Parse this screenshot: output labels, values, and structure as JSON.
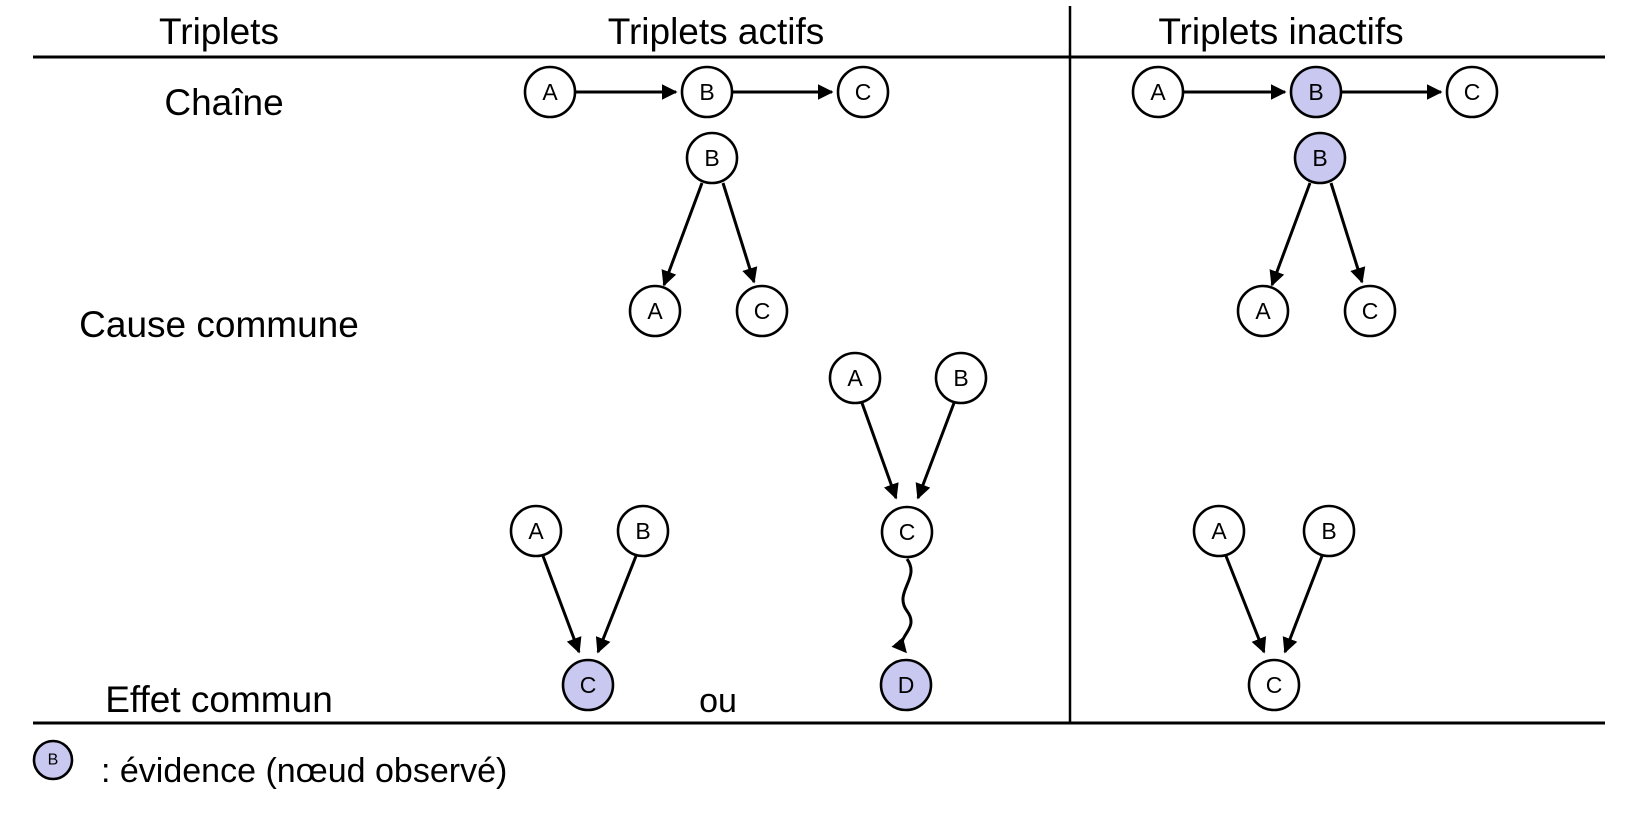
{
  "header": {
    "col_triplets": "Triplets",
    "col_active": "Triplets actifs",
    "col_inactive": "Triplets inactifs"
  },
  "rows": [
    {
      "label": "Chaîne"
    },
    {
      "label": "Cause commune"
    },
    {
      "label": "Effet commun"
    }
  ],
  "connector": {
    "or_label": "ou"
  },
  "legend": {
    "node_label": "B",
    "text": ": évidence (nœud observé)"
  },
  "colors": {
    "evidence_fill": "#C8C8F0",
    "plain_fill": "#FFFFFF",
    "stroke": "#000000",
    "background": "#FFFFFF"
  },
  "graphs": {
    "chain_active": {
      "name": "chaine-actif",
      "nodes": [
        {
          "id": "A",
          "label": "A",
          "evidence": false
        },
        {
          "id": "B",
          "label": "B",
          "evidence": false
        },
        {
          "id": "C",
          "label": "C",
          "evidence": false
        }
      ],
      "edges": [
        {
          "from": "A",
          "to": "B",
          "style": "straight"
        },
        {
          "from": "B",
          "to": "C",
          "style": "straight"
        }
      ]
    },
    "chain_inactive": {
      "name": "chaine-inactif",
      "nodes": [
        {
          "id": "A",
          "label": "A",
          "evidence": false
        },
        {
          "id": "B",
          "label": "B",
          "evidence": true
        },
        {
          "id": "C",
          "label": "C",
          "evidence": false
        }
      ],
      "edges": [
        {
          "from": "A",
          "to": "B",
          "style": "straight"
        },
        {
          "from": "B",
          "to": "C",
          "style": "straight"
        }
      ]
    },
    "common_cause_active": {
      "name": "cause-commune-actif",
      "nodes": [
        {
          "id": "B",
          "label": "B",
          "evidence": false
        },
        {
          "id": "A",
          "label": "A",
          "evidence": false
        },
        {
          "id": "C",
          "label": "C",
          "evidence": false
        }
      ],
      "edges": [
        {
          "from": "B",
          "to": "A",
          "style": "straight"
        },
        {
          "from": "B",
          "to": "C",
          "style": "straight"
        }
      ]
    },
    "common_cause_inactive": {
      "name": "cause-commune-inactif",
      "nodes": [
        {
          "id": "B",
          "label": "B",
          "evidence": true
        },
        {
          "id": "A",
          "label": "A",
          "evidence": false
        },
        {
          "id": "C",
          "label": "C",
          "evidence": false
        }
      ],
      "edges": [
        {
          "from": "B",
          "to": "A",
          "style": "straight"
        },
        {
          "from": "B",
          "to": "C",
          "style": "straight"
        }
      ]
    },
    "common_effect_active_1": {
      "name": "effet-commun-actif-1",
      "nodes": [
        {
          "id": "A",
          "label": "A",
          "evidence": false
        },
        {
          "id": "B",
          "label": "B",
          "evidence": false
        },
        {
          "id": "C",
          "label": "C",
          "evidence": true
        }
      ],
      "edges": [
        {
          "from": "A",
          "to": "C",
          "style": "straight"
        },
        {
          "from": "B",
          "to": "C",
          "style": "straight"
        }
      ]
    },
    "common_effect_active_2": {
      "name": "effet-commun-actif-2",
      "nodes": [
        {
          "id": "A",
          "label": "A",
          "evidence": false
        },
        {
          "id": "B",
          "label": "B",
          "evidence": false
        },
        {
          "id": "C",
          "label": "C",
          "evidence": false
        },
        {
          "id": "D",
          "label": "D",
          "evidence": true
        }
      ],
      "edges": [
        {
          "from": "A",
          "to": "C",
          "style": "straight"
        },
        {
          "from": "B",
          "to": "C",
          "style": "straight"
        },
        {
          "from": "C",
          "to": "D",
          "style": "wavy"
        }
      ]
    },
    "common_effect_inactive": {
      "name": "effet-commun-inactif",
      "nodes": [
        {
          "id": "A",
          "label": "A",
          "evidence": false
        },
        {
          "id": "B",
          "label": "B",
          "evidence": false
        },
        {
          "id": "C",
          "label": "C",
          "evidence": false
        }
      ],
      "edges": [
        {
          "from": "A",
          "to": "C",
          "style": "straight"
        },
        {
          "from": "B",
          "to": "C",
          "style": "straight"
        }
      ]
    }
  }
}
